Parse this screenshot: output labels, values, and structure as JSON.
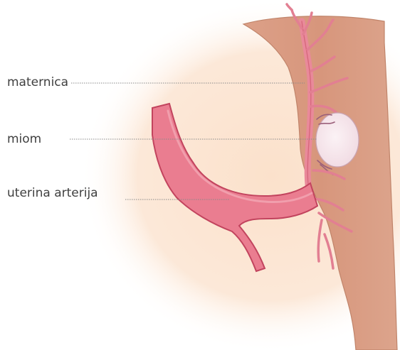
{
  "labels": {
    "uterus": "maternica",
    "fibroid": "miom",
    "uterine_artery": "uterina arterija"
  },
  "colors": {
    "background_glow": "#fbe3cf",
    "uterus_tissue": "#d99a80",
    "uterus_outline": "#b8775d",
    "artery_fill": "#e8788a",
    "artery_outline": "#c2445e",
    "fibroid_fill": "#f6e8ee",
    "fibroid_vessels": "#9a5f7a",
    "label_text": "#3f3f3f",
    "leader_line": "#8a8a8a"
  }
}
